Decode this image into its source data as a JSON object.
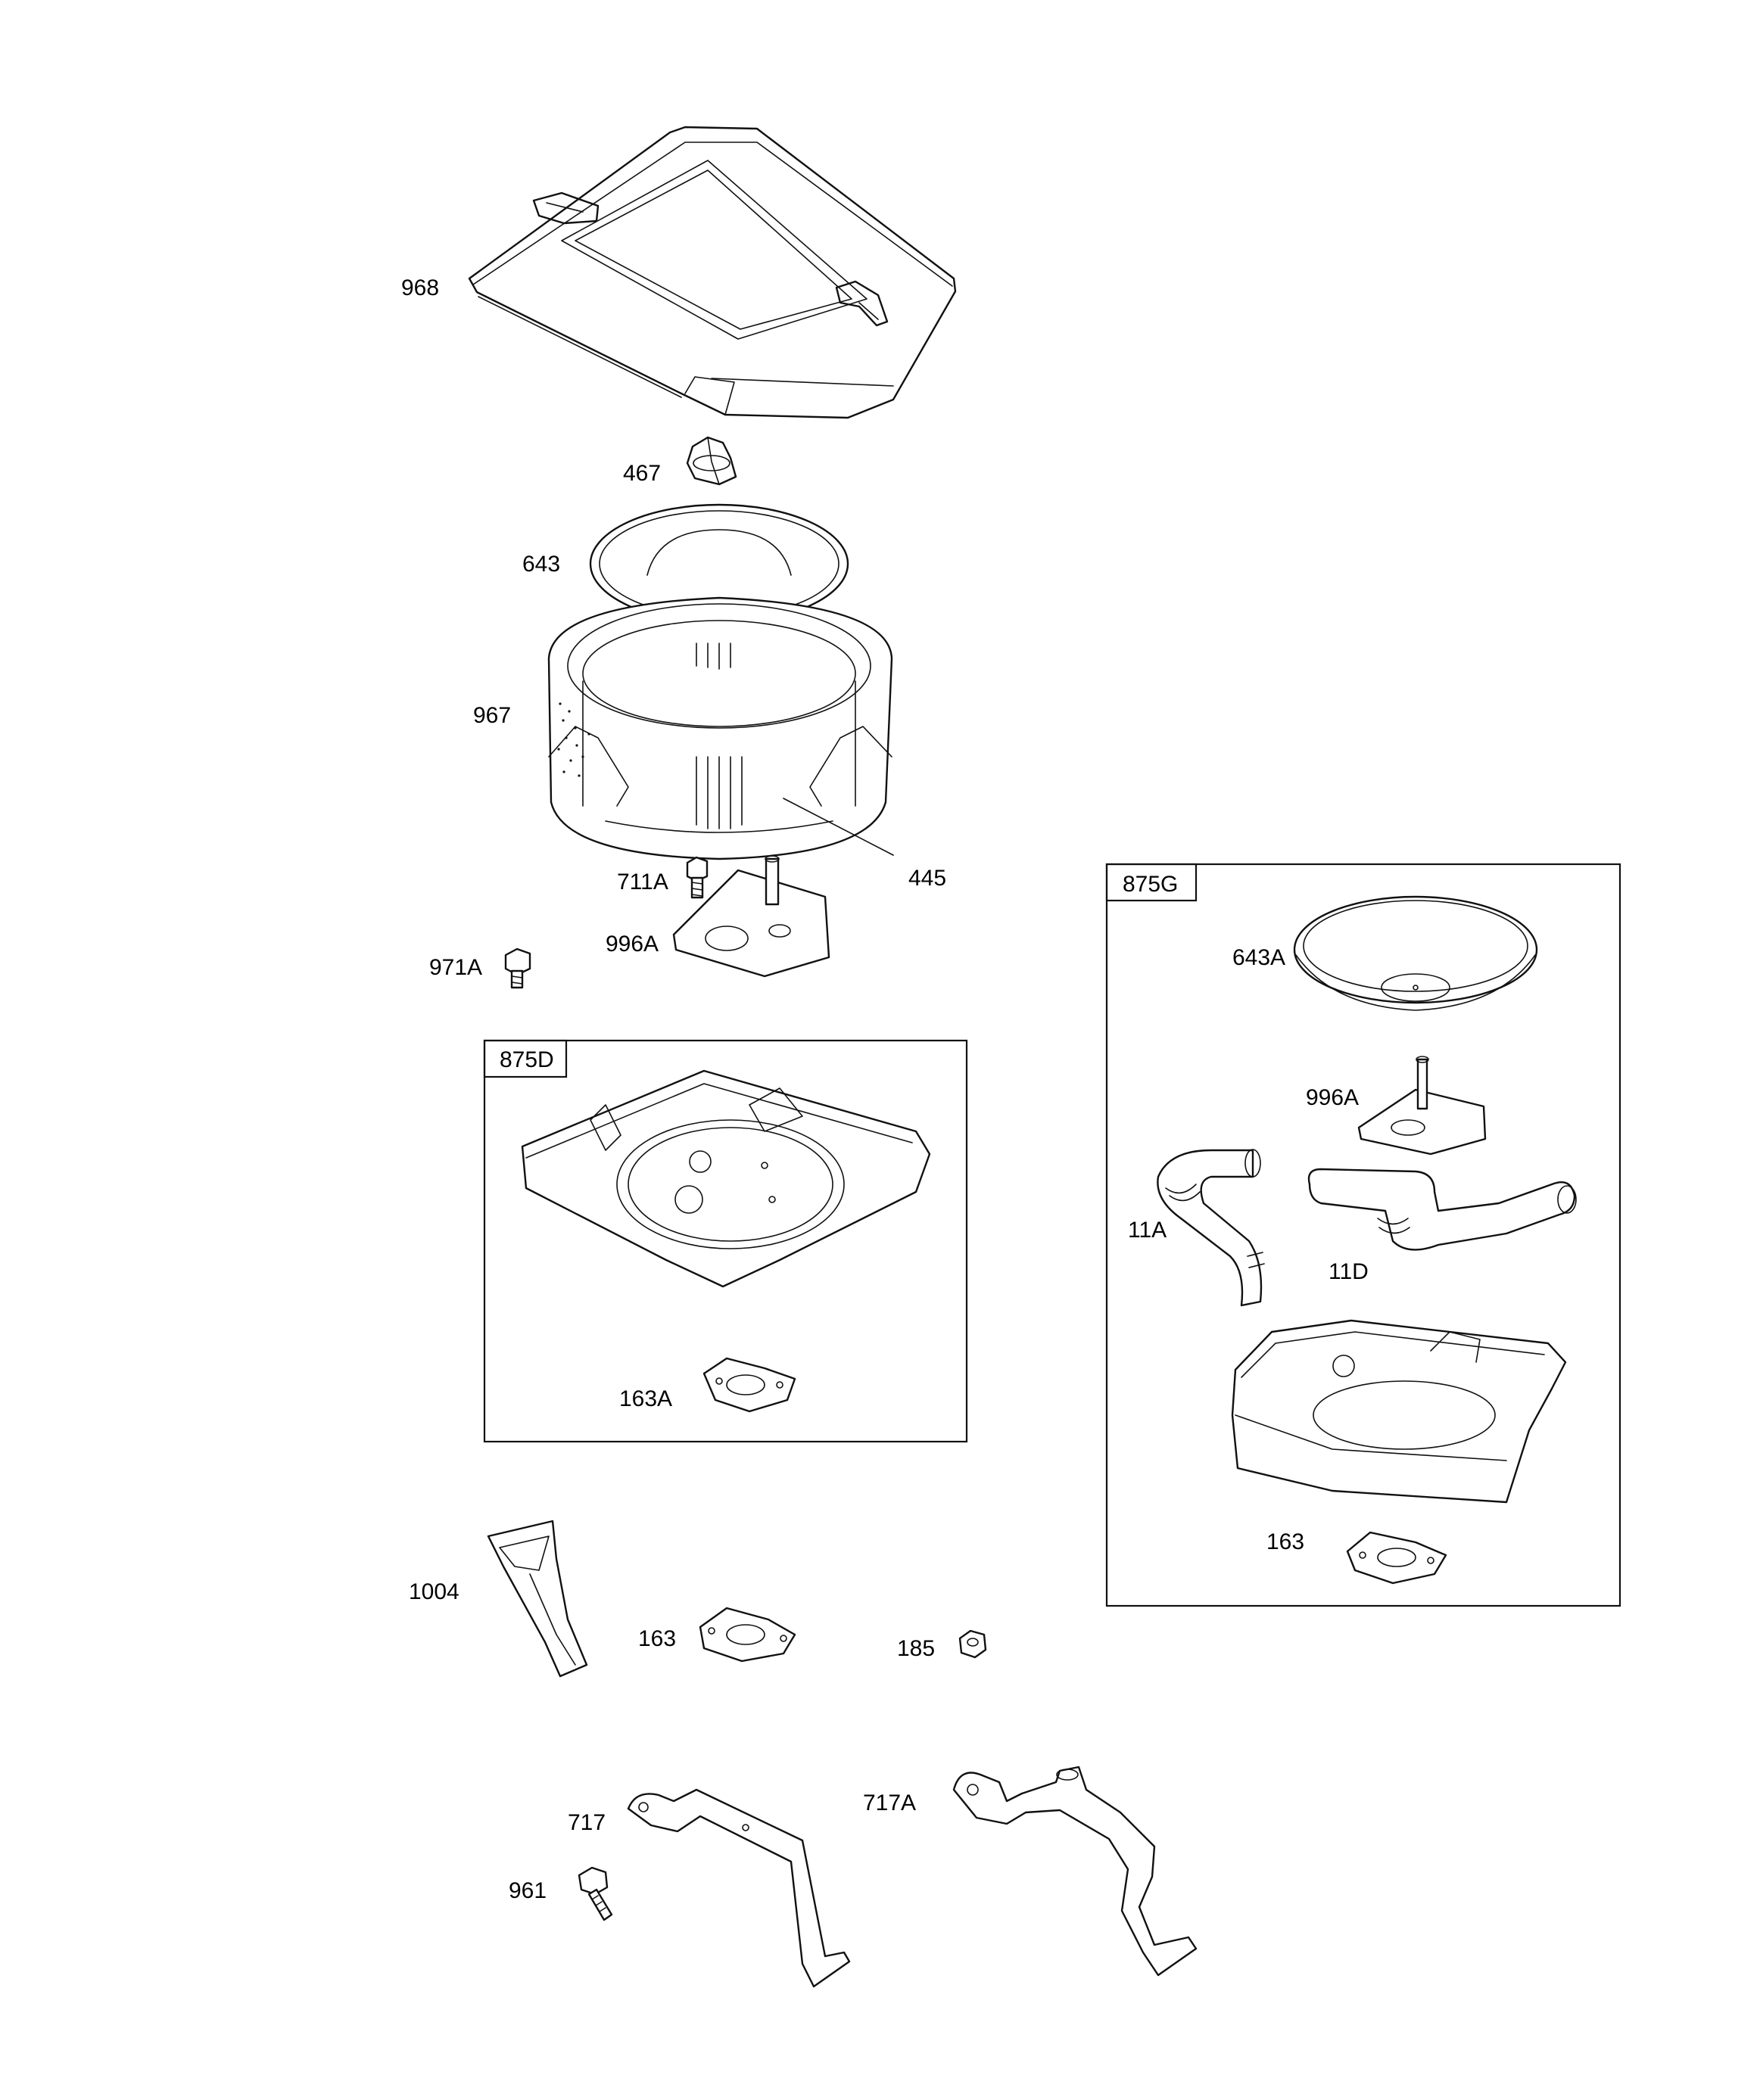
{
  "parts": {
    "p968": "968",
    "p467": "467",
    "p643": "643",
    "p967": "967",
    "p445": "445",
    "p711A": "711A",
    "p996A": "996A",
    "p971A": "971A",
    "p1004": "1004",
    "p163": "163",
    "p185": "185",
    "p717": "717",
    "p717A": "717A",
    "p961": "961"
  },
  "kit_875D": {
    "title": "875D",
    "p163A": "163A"
  },
  "kit_875G": {
    "title": "875G",
    "p643A": "643A",
    "p996A": "996A",
    "p11A": "11A",
    "p11D": "11D",
    "p163": "163"
  }
}
